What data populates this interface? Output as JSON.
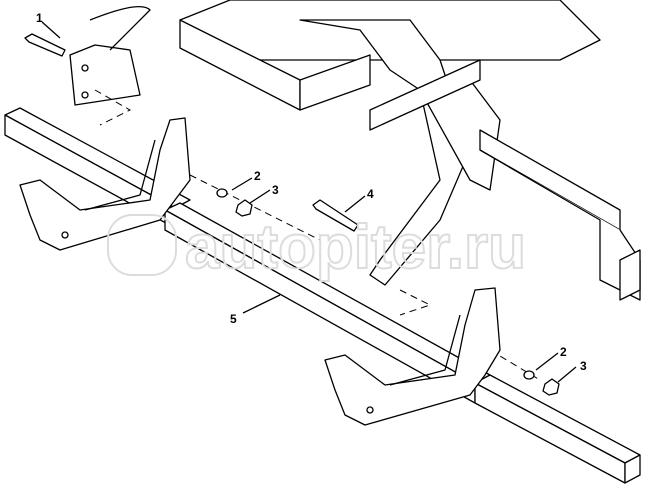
{
  "callouts": [
    "1",
    "2",
    "3",
    "4",
    "5",
    "2",
    "3"
  ],
  "watermark": "autopiter.ru"
}
